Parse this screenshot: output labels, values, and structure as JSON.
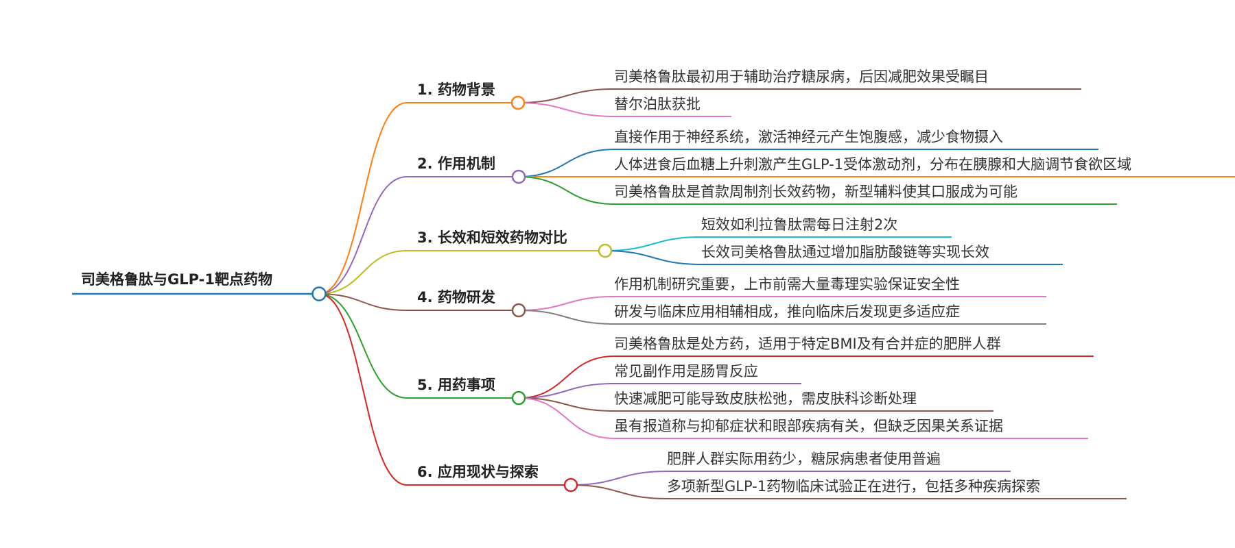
{
  "root": {
    "label": "司美格鲁肽与GLP-1靶点药物",
    "color": "#1f77b4"
  },
  "branches": [
    {
      "label": "1. 药物背景",
      "color": "#ff7f0e",
      "leaves": [
        {
          "text": "司美格鲁肽最初用于辅助治疗糖尿病，后因减肥效果受瞩目",
          "color": "#8c564b"
        },
        {
          "text": "替尔泊肽获批",
          "color": "#e377c2"
        }
      ]
    },
    {
      "label": "2. 作用机制",
      "color": "#9467bd",
      "leaves": [
        {
          "text": "直接作用于神经系统，激活神经元产生饱腹感，减少食物摄入",
          "color": "#1f77b4"
        },
        {
          "text": "人体进食后血糖上升刺激产生GLP-1受体激动剂，分布在胰腺和大脑调节食欲区域",
          "color": "#ff7f0e"
        },
        {
          "text": "司美格鲁肽是首款周制剂长效药物，新型辅料使其口服成为可能",
          "color": "#2ca02c"
        }
      ]
    },
    {
      "label": "3. 长效和短效药物对比",
      "color": "#bcbd22",
      "leaves": [
        {
          "text": "短效如利拉鲁肽需每日注射2次",
          "color": "#17becf"
        },
        {
          "text": "长效司美格鲁肽通过增加脂肪酸链等实现长效",
          "color": "#1f77b4"
        }
      ]
    },
    {
      "label": "4. 药物研发",
      "color": "#8c564b",
      "leaves": [
        {
          "text": "作用机制研究重要，上市前需大量毒理实验保证安全性",
          "color": "#e377c2"
        },
        {
          "text": "研发与临床应用相辅相成，推向临床后发现更多适应症",
          "color": "#7f7f7f"
        }
      ]
    },
    {
      "label": "5. 用药事项",
      "color": "#2ca02c",
      "leaves": [
        {
          "text": "司美格鲁肽是处方药，适用于特定BMI及有合并症的肥胖人群",
          "color": "#d62728"
        },
        {
          "text": "常见副作用是肠胃反应",
          "color": "#9467bd"
        },
        {
          "text": "快速减肥可能导致皮肤松弛，需皮肤科诊断处理",
          "color": "#8c564b"
        },
        {
          "text": "虽有报道称与抑郁症状和眼部疾病有关，但缺乏因果关系证据",
          "color": "#e377c2"
        }
      ]
    },
    {
      "label": "6. 应用现状与探索",
      "color": "#d62728",
      "leaves": [
        {
          "text": "肥胖人群实际用药少，糖尿病患者使用普遍",
          "color": "#9467bd"
        },
        {
          "text": "多项新型GLP-1药物临床试验正在进行，包括多种疾病探索",
          "color": "#8c564b"
        }
      ]
    }
  ]
}
